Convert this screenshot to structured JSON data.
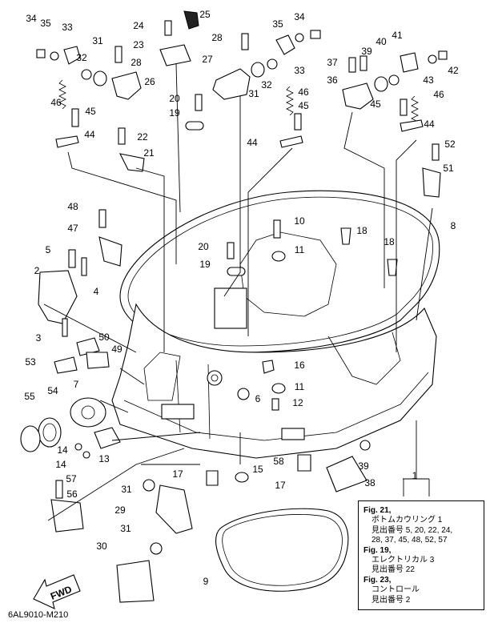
{
  "diagram": {
    "callouts": [
      "1",
      "2",
      "3",
      "4",
      "5",
      "6",
      "7",
      "8",
      "9",
      "10",
      "11",
      "11",
      "12",
      "13",
      "14",
      "14",
      "15",
      "16",
      "17",
      "17",
      "18",
      "18",
      "19",
      "19",
      "20",
      "20",
      "21",
      "22",
      "23",
      "24",
      "25",
      "26",
      "27",
      "28",
      "28",
      "29",
      "30",
      "31",
      "31",
      "31",
      "31",
      "32",
      "32",
      "33",
      "33",
      "34",
      "34",
      "35",
      "35",
      "36",
      "37",
      "38",
      "39",
      "39",
      "40",
      "41",
      "42",
      "43",
      "44",
      "44",
      "44",
      "45",
      "45",
      "45",
      "46",
      "46",
      "46",
      "47",
      "48",
      "49",
      "50",
      "51",
      "52",
      "53",
      "54",
      "55",
      "56",
      "57",
      "58"
    ],
    "fwd_label": "FWD",
    "footer_code": "6AL9010-M210"
  },
  "note": {
    "lines": [
      {
        "t": "Fig. 21,",
        "b": true
      },
      {
        "t": "ボトムカウリング 1",
        "b": false
      },
      {
        "t": "見出番号 5, 20, 22, 24,",
        "b": false
      },
      {
        "t": "28, 37, 45, 48, 52, 57",
        "b": false
      },
      {
        "t": "Fig. 19,",
        "b": true
      },
      {
        "t": "エレクトリカル 3",
        "b": false
      },
      {
        "t": "見出番号 22",
        "b": false
      },
      {
        "t": "Fig. 23,",
        "b": true
      },
      {
        "t": "コントロール",
        "b": false
      },
      {
        "t": "見出番号 2",
        "b": false
      }
    ]
  }
}
